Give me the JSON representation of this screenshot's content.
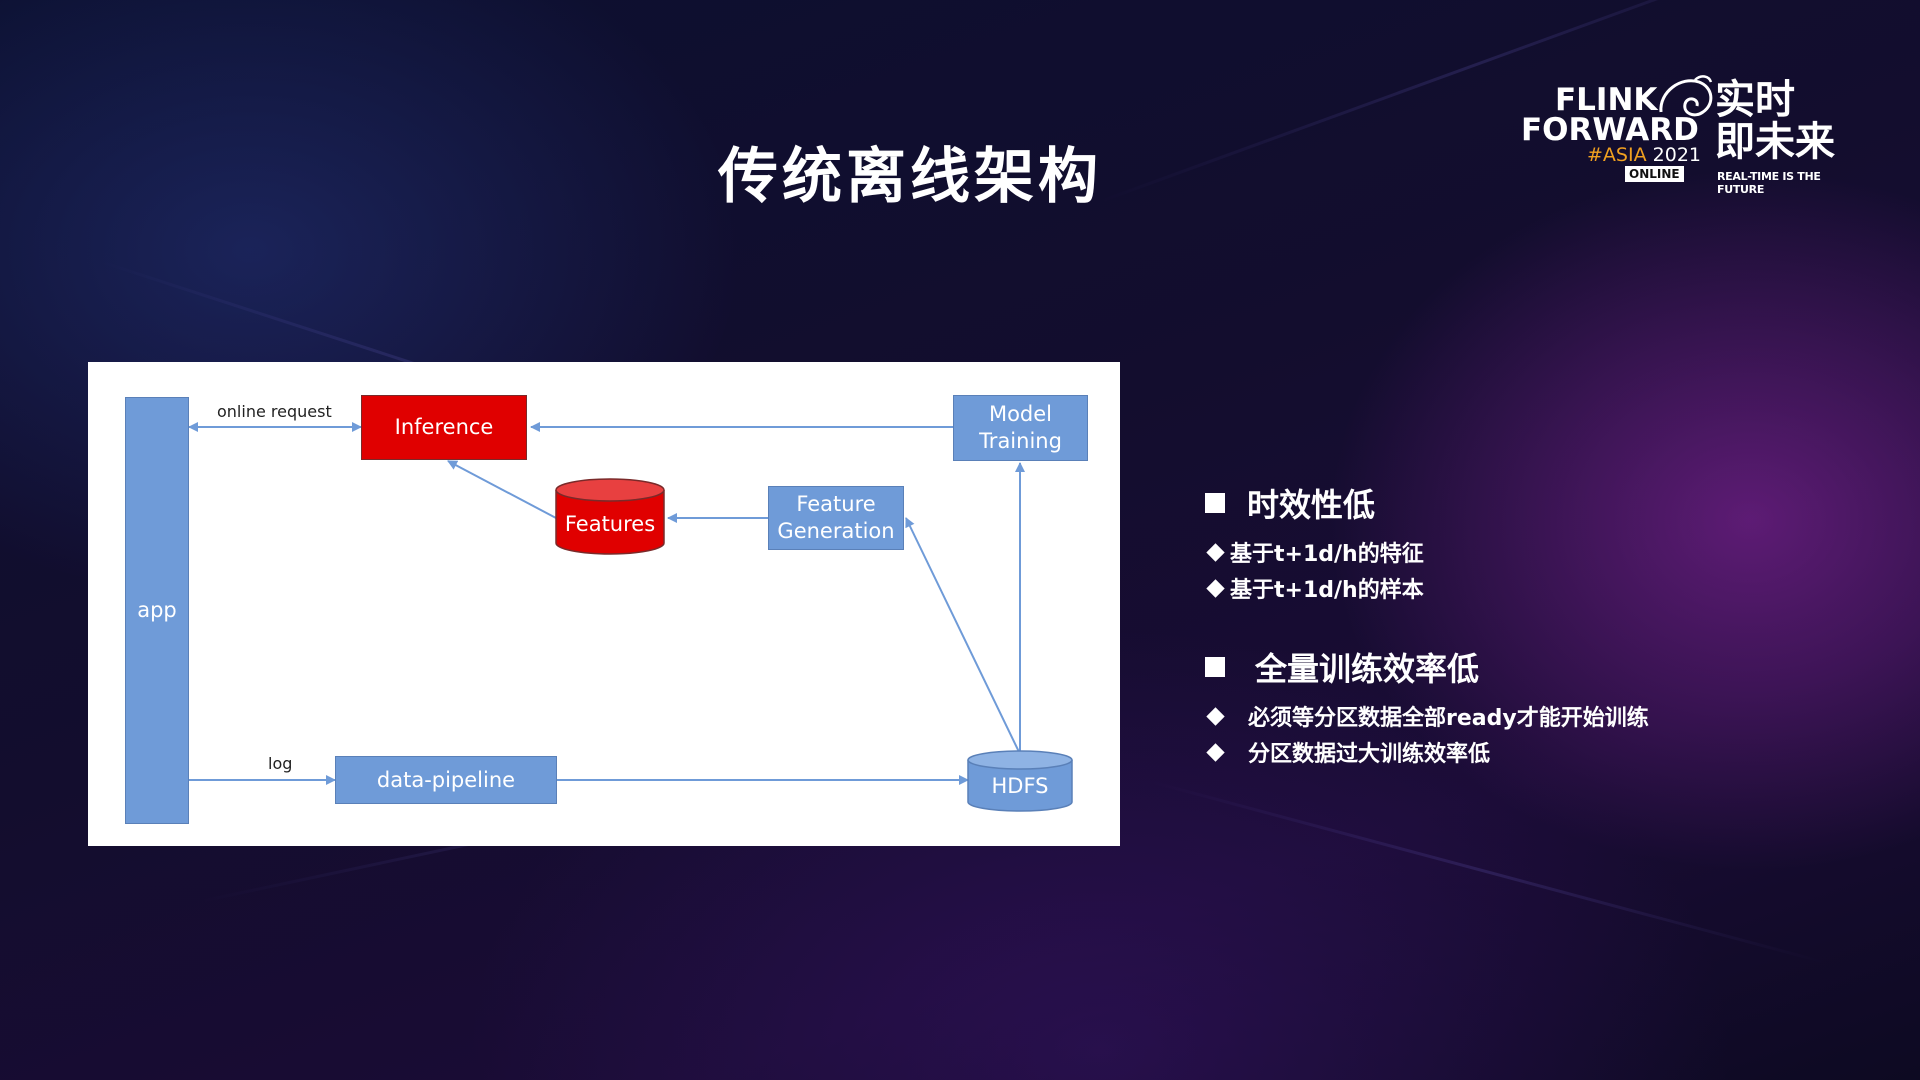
{
  "slide": {
    "title": "传统离线架构"
  },
  "logo": {
    "line1": "FLINK",
    "line2": "FORWARD",
    "hash_asia": "#ASIA",
    "year": "2021",
    "online": "ONLINE",
    "cn_line1": "实时",
    "cn_line2": "即未来",
    "tagline": "REAL-TIME IS THE FUTURE"
  },
  "diagram": {
    "nodes": {
      "app": "app",
      "inference": "Inference",
      "model_training_1": "Model",
      "model_training_2": "Training",
      "features": "Features",
      "feature_generation_1": "Feature",
      "feature_generation_2": "Generation",
      "data_pipeline": "data-pipeline",
      "hdfs": "HDFS"
    },
    "edge_labels": {
      "online_request": "online request",
      "log": "log"
    },
    "colors": {
      "blue_node": "#6f9bd8",
      "red_node": "#e00000",
      "arrow": "#6f9bd8"
    }
  },
  "bullets": {
    "section1": {
      "heading": "时效性低",
      "items": [
        "基于t+1d/h的特征",
        "基于t+1d/h的样本"
      ]
    },
    "section2": {
      "heading": "全量训练效率低",
      "items": [
        "必须等分区数据全部ready才能开始训练",
        "分区数据过大训练效率低"
      ]
    }
  }
}
